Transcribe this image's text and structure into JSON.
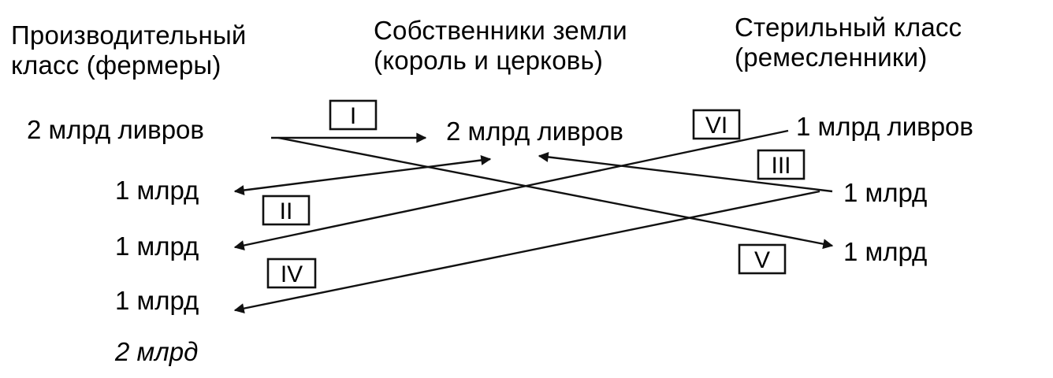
{
  "columns": {
    "productive": {
      "line1": "Производительный",
      "line2": "класс (фермеры)"
    },
    "landowners": {
      "line1": "Собственники земли",
      "line2": "(король и церковь)"
    },
    "sterile": {
      "line1": "Стерильный класс",
      "line2": "(ремесленники)"
    }
  },
  "amounts": {
    "farmers_top": "2 млрд ливров",
    "farmers_1": "1 млрд",
    "farmers_2": "1 млрд",
    "farmers_3": "1 млрд",
    "farmers_total": "2 млрд",
    "landowners": "2 млрд ливров",
    "artisans_top": "1 млрд ливров",
    "artisans_1": "1 млрд",
    "artisans_2": "1 млрд"
  },
  "flows": {
    "I": "I",
    "II": "II",
    "III": "III",
    "IV": "IV",
    "V": "V",
    "VI": "VI"
  }
}
